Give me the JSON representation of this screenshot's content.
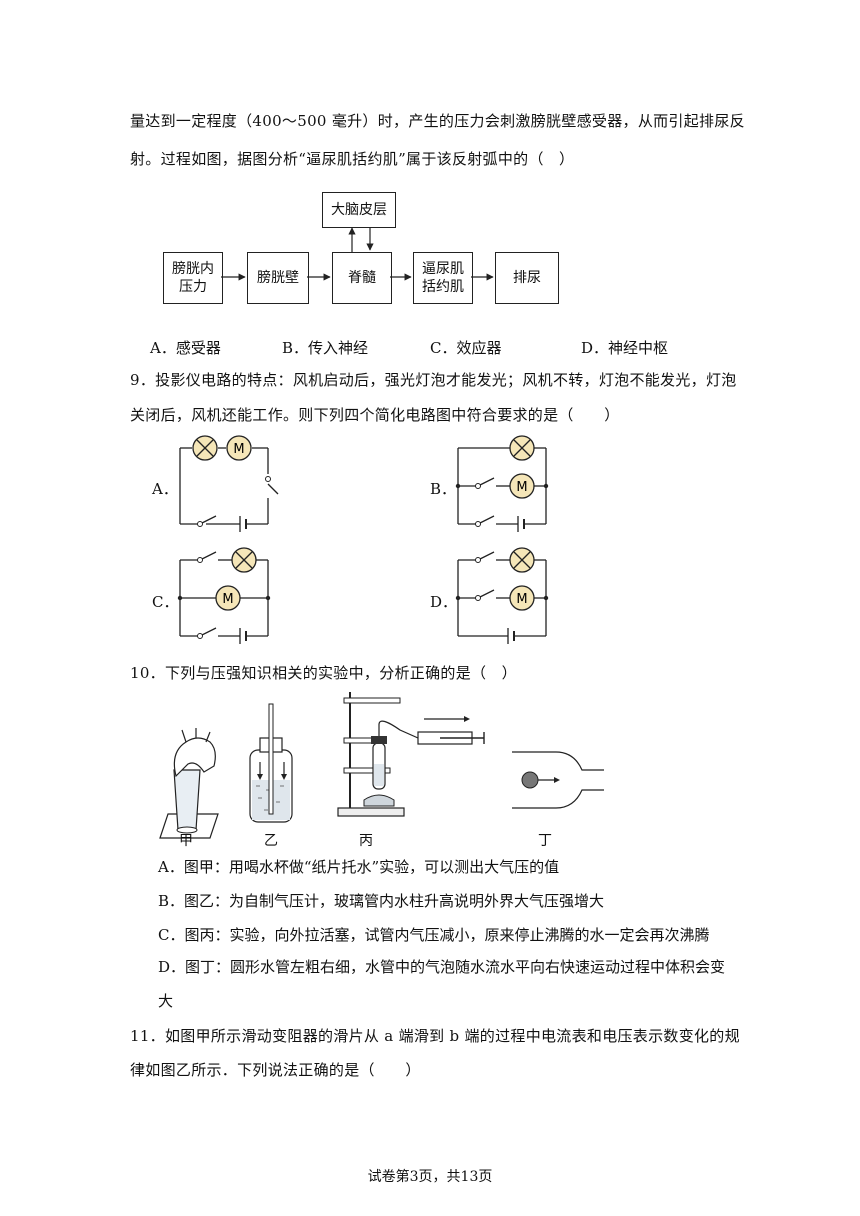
{
  "q8": {
    "text_line1": "量达到一定程度（400～500 毫升）时，产生的压力会刺激膀胱壁感受器，从而引起排尿反",
    "text_line2": "射。过程如图，据图分析“逼尿肌括约肌”属于该反射弧中的（　）",
    "flow": {
      "cortex": "大脑皮层",
      "pressure_l1": "膀胱内",
      "pressure_l2": "压力",
      "wall": "膀胱壁",
      "spinal": "脊髓",
      "muscle_l1": "逼尿肌",
      "muscle_l2": "括约肌",
      "urinate": "排尿"
    },
    "options": [
      "A．感受器",
      "B．传入神经",
      "C．效应器",
      "D．神经中枢"
    ]
  },
  "q9": {
    "text_line1": "9．投影仪电路的特点：风机启动后，强光灯泡才能发光；风机不转，灯泡不能发光，灯泡",
    "text_line2": "关闭后，风机还能工作。则下列四个简化电路图中符合要求的是（　　）",
    "labels": [
      "A．",
      "B．",
      "C．",
      "D．"
    ],
    "motor": "M"
  },
  "q10": {
    "text": "10．下列与压强知识相关的实验中，分析正确的是（　）",
    "captions": [
      "甲",
      "乙",
      "丙",
      "丁"
    ],
    "options": [
      "A．图甲：用喝水杯做“纸片托水”实验，可以测出大气压的值",
      "B．图乙：为自制气压计，玻璃管内水柱升高说明外界大气压强增大",
      "C．图丙：实验，向外拉活塞，试管内气压减小，原来停止沸腾的水一定会再次沸腾",
      "D．图丁：圆形水管左粗右细，水管中的气泡随水流水平向右快速运动过程中体积会变"
    ],
    "option_d_cont": "大"
  },
  "q11": {
    "text_line1": "11．如图甲所示滑动变阻器的滑片从 a 端滑到 b 端的过程中电流表和电压表示数变化的规",
    "text_line2": "律如图乙所示．下列说法正确的是（　　）"
  },
  "footer": "试卷第3页，共13页",
  "colors": {
    "lamp_fill": "#f5e6b8",
    "text": "#111111",
    "line": "#222222"
  }
}
